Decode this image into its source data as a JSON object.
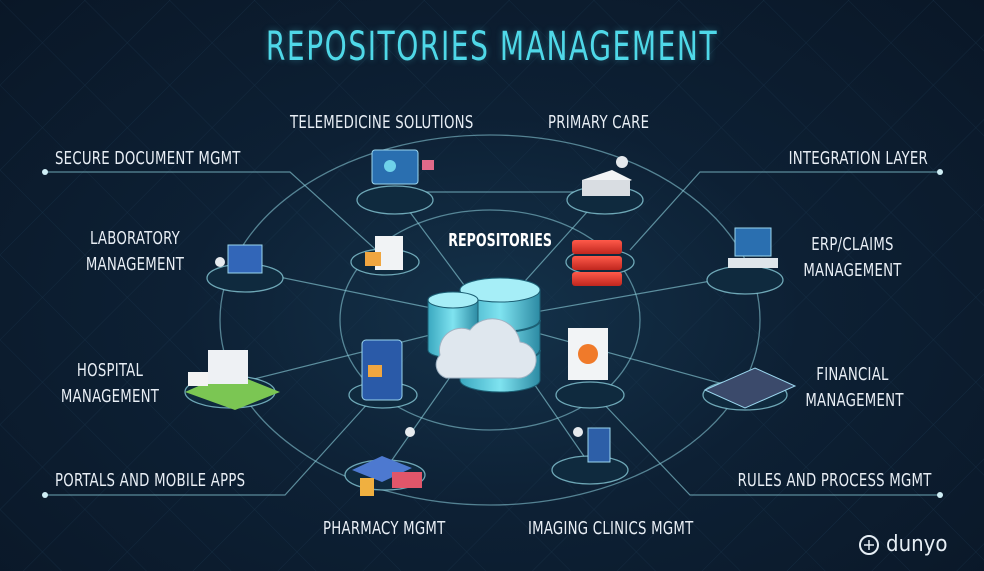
{
  "title": "REPOSITORIES MANAGEMENT",
  "center": {
    "label": "REPOSITORIES"
  },
  "nodes": {
    "telemedicine": "TELEMEDICINE SOLUTIONS",
    "primary_care": "PRIMARY CARE",
    "secure_doc": "SECURE DOCUMENT MGMT",
    "integration": "INTEGRATION LAYER",
    "laboratory_1": "LABORATORY",
    "laboratory_2": "MANAGEMENT",
    "erp_1": "ERP/CLAIMS",
    "erp_2": "MANAGEMENT",
    "hospital_1": "HOSPITAL",
    "hospital_2": "MANAGEMENT",
    "financial_1": "FINANCIAL",
    "financial_2": "MANAGEMENT",
    "portals": "PORTALS AND MOBILE APPS",
    "rules": "RULES AND PROCESS  MGMT",
    "pharmacy": "PHARMACY MGMT",
    "imaging": "IMAGING CLINICS MGMT"
  },
  "brand": "dunyo",
  "colors": {
    "accent": "#4fd8e8",
    "background": "#0c1a2b",
    "line": "#8fd3e0",
    "text": "#e8eef5"
  }
}
